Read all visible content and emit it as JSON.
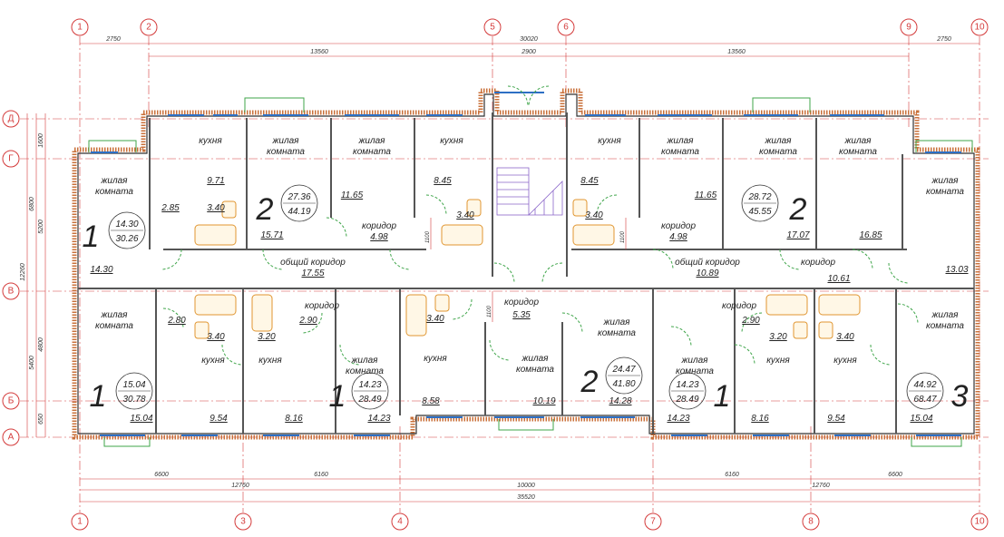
{
  "axes_top": [
    {
      "label": "1"
    },
    {
      "label": "2"
    },
    {
      "label": "5"
    },
    {
      "label": "6"
    },
    {
      "label": "9"
    },
    {
      "label": "10"
    }
  ],
  "axes_bottom": [
    {
      "label": "1"
    },
    {
      "label": "3"
    },
    {
      "label": "4"
    },
    {
      "label": "7"
    },
    {
      "label": "8"
    },
    {
      "label": "10"
    }
  ],
  "axes_left": [
    {
      "label": "Д"
    },
    {
      "label": "Г"
    },
    {
      "label": "В"
    },
    {
      "label": "Б"
    },
    {
      "label": "А"
    }
  ],
  "dims_top": {
    "overall": "30020",
    "left_end": "2750",
    "right_end": "2750",
    "left_span": "13560",
    "center_span": "2900",
    "right_span": "13560"
  },
  "dims_bottom": {
    "d1": "6600",
    "d2": "6160",
    "d3": "6160",
    "d4": "6600",
    "left_pair": "12760",
    "center": "10000",
    "right_pair": "12760",
    "overall": "35520"
  },
  "dims_left": {
    "a": "1600",
    "b": "6800",
    "c": "5200",
    "d": "12260",
    "e": "5400",
    "f": "4800",
    "g": "650"
  },
  "room_names": {
    "kitchen": "кухня",
    "living_line1": "жилая",
    "living_line2": "комната",
    "corridor": "коридор",
    "common1": "общий коридор"
  },
  "small_dims": {
    "v1100": "1100"
  },
  "areas": {
    "a_9_71": "9.71",
    "a_2_85": "2.85",
    "a_3_40a": "3.40",
    "a_15_71": "15.71",
    "a_11_65a": "11.65",
    "a_8_45a": "8.45",
    "a_3_40b": "3.40",
    "a_4_98a": "4.98",
    "a_14_30": "14.30",
    "a_17_55": "17.55",
    "a_8_45b": "8.45",
    "a_3_40c": "3.40",
    "a_11_65b": "11.65",
    "a_4_98b": "4.98",
    "a_17_07": "17.07",
    "a_16_85": "16.85",
    "a_10_89": "10.89",
    "a_10_61": "10.61",
    "a_13_03": "13.03",
    "a_2_80": "2.80",
    "a_3_40d": "3.40",
    "a_15_04a": "15.04",
    "a_9_54a": "9.54",
    "a_2_90a": "2.90",
    "a_3_20a": "3.20",
    "a_8_16a": "8.16",
    "a_14_23a": "14.23",
    "a_3_40e": "3.40",
    "a_5_35": "5.35",
    "a_8_58": "8.58",
    "a_10_19": "10.19",
    "a_14_28": "14.28",
    "a_14_23b": "14.23",
    "a_2_90b": "2.90",
    "a_3_20b": "3.20",
    "a_8_16b": "8.16",
    "a_3_40f": "3.40",
    "a_9_54b": "9.54",
    "a_15_04b": "15.04"
  },
  "apartments": [
    {
      "rooms": "1",
      "living": "14.30",
      "total": "30.26"
    },
    {
      "rooms": "2",
      "living": "27.36",
      "total": "44.19"
    },
    {
      "rooms": "2",
      "living": "28.72",
      "total": "45.55"
    },
    {
      "rooms": "1",
      "living": "15.04",
      "total": "30.78"
    },
    {
      "rooms": "1",
      "living": "14.23",
      "total": "28.49"
    },
    {
      "rooms": "2",
      "living": "24.47",
      "total": "41.80"
    },
    {
      "rooms": "1",
      "living": "14.23",
      "total": "28.49"
    },
    {
      "rooms": "3",
      "living": "44.92",
      "total": "68.47"
    }
  ],
  "colors": {
    "axis": "#d43b3b",
    "exterior_wall": "#c9703a",
    "window": "#2d6fc4",
    "door": "#3fa54a",
    "fixture": "#e09530",
    "stair": "#8a65c9"
  }
}
